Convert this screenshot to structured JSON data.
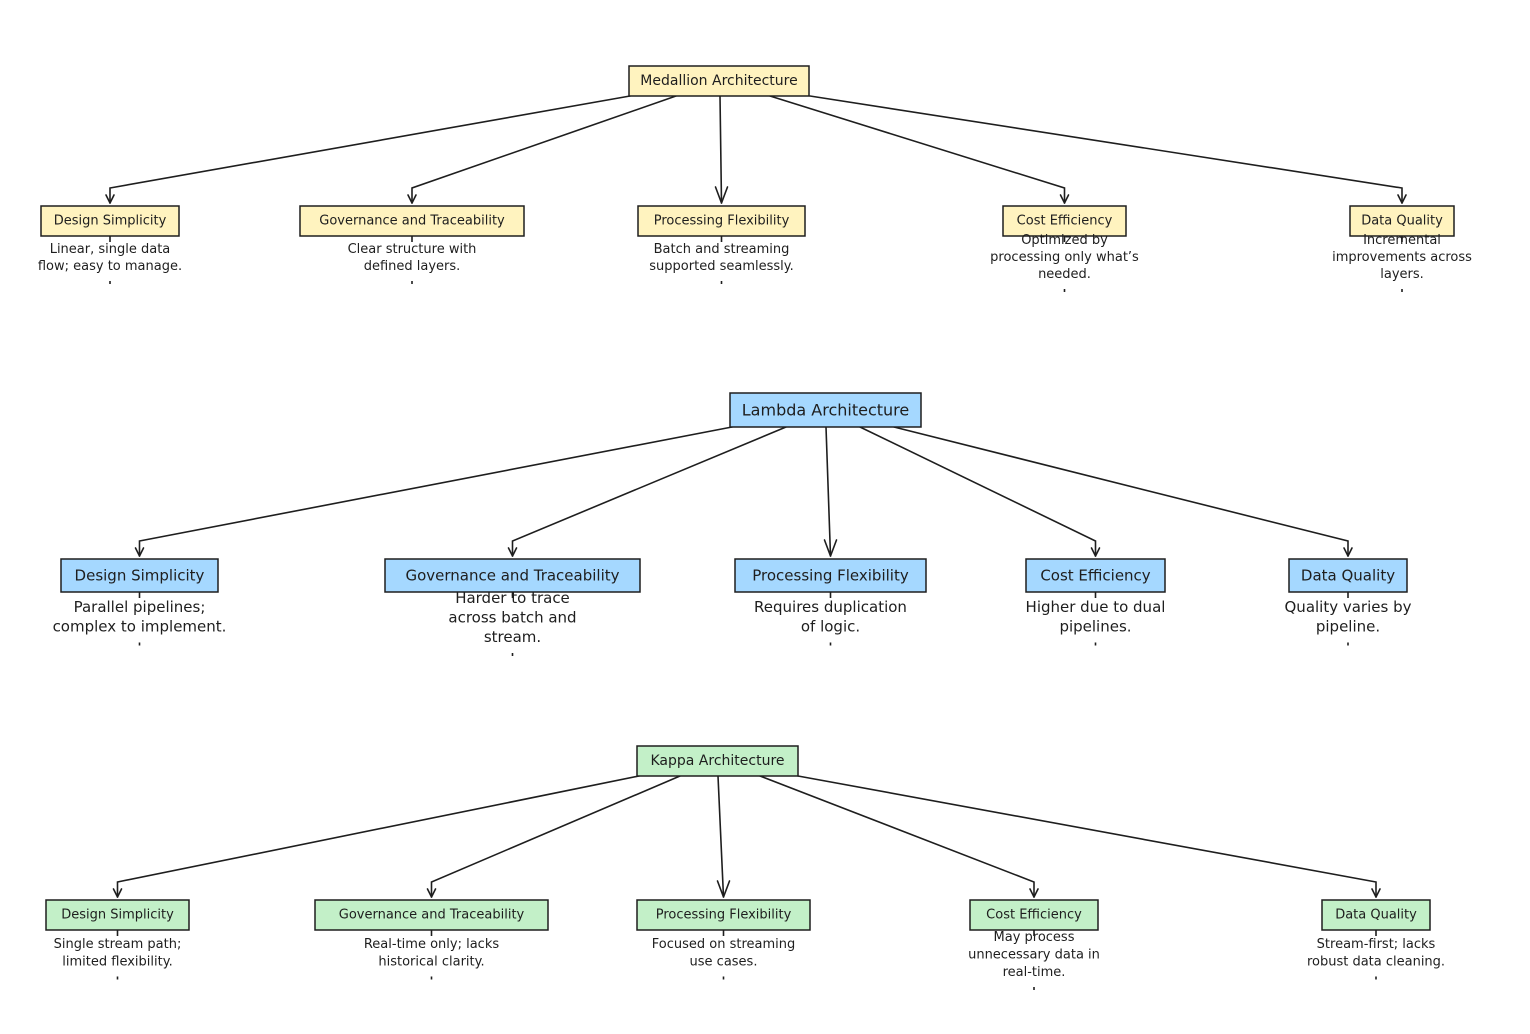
{
  "diagrams": [
    {
      "root": "Medallion Architecture",
      "fill": "#fff3bf",
      "children": [
        {
          "label": "Design Simplicity",
          "description": [
            "Linear, single data",
            "flow; easy to manage."
          ]
        },
        {
          "label": "Governance and Traceability",
          "description": [
            "Clear structure with",
            "defined layers."
          ]
        },
        {
          "label": "Processing Flexibility",
          "description": [
            "Batch and streaming",
            "supported seamlessly."
          ]
        },
        {
          "label": "Cost Efficiency",
          "description": [
            "Optimized by",
            "processing only what’s",
            "needed."
          ]
        },
        {
          "label": "Data Quality",
          "description": [
            "Incremental",
            "improvements across",
            "layers."
          ]
        }
      ]
    },
    {
      "root": "Lambda Architecture",
      "fill": "#a5d8ff",
      "children": [
        {
          "label": "Design Simplicity",
          "description": [
            "Parallel pipelines;",
            "complex to implement."
          ]
        },
        {
          "label": "Governance and Traceability",
          "description": [
            "Harder to trace",
            "across batch and",
            "stream."
          ]
        },
        {
          "label": "Processing Flexibility",
          "description": [
            "Requires duplication",
            "of logic."
          ]
        },
        {
          "label": "Cost Efficiency",
          "description": [
            "Higher due to dual",
            "pipelines."
          ]
        },
        {
          "label": "Data Quality",
          "description": [
            "Quality varies by",
            "pipeline."
          ]
        }
      ]
    },
    {
      "root": "Kappa Architecture",
      "fill": "#c3f0c8",
      "children": [
        {
          "label": "Design Simplicity",
          "description": [
            "Single stream path;",
            "limited flexibility."
          ]
        },
        {
          "label": "Governance and Traceability",
          "description": [
            "Real-time only; lacks",
            "historical clarity."
          ]
        },
        {
          "label": "Processing Flexibility",
          "description": [
            "Focused on streaming",
            "use cases."
          ]
        },
        {
          "label": "Cost Efficiency",
          "description": [
            "May process",
            "unnecessary data in",
            "real-time."
          ]
        },
        {
          "label": "Data Quality",
          "description": [
            "Stream-first; lacks",
            "robust data cleaning."
          ]
        }
      ]
    }
  ]
}
